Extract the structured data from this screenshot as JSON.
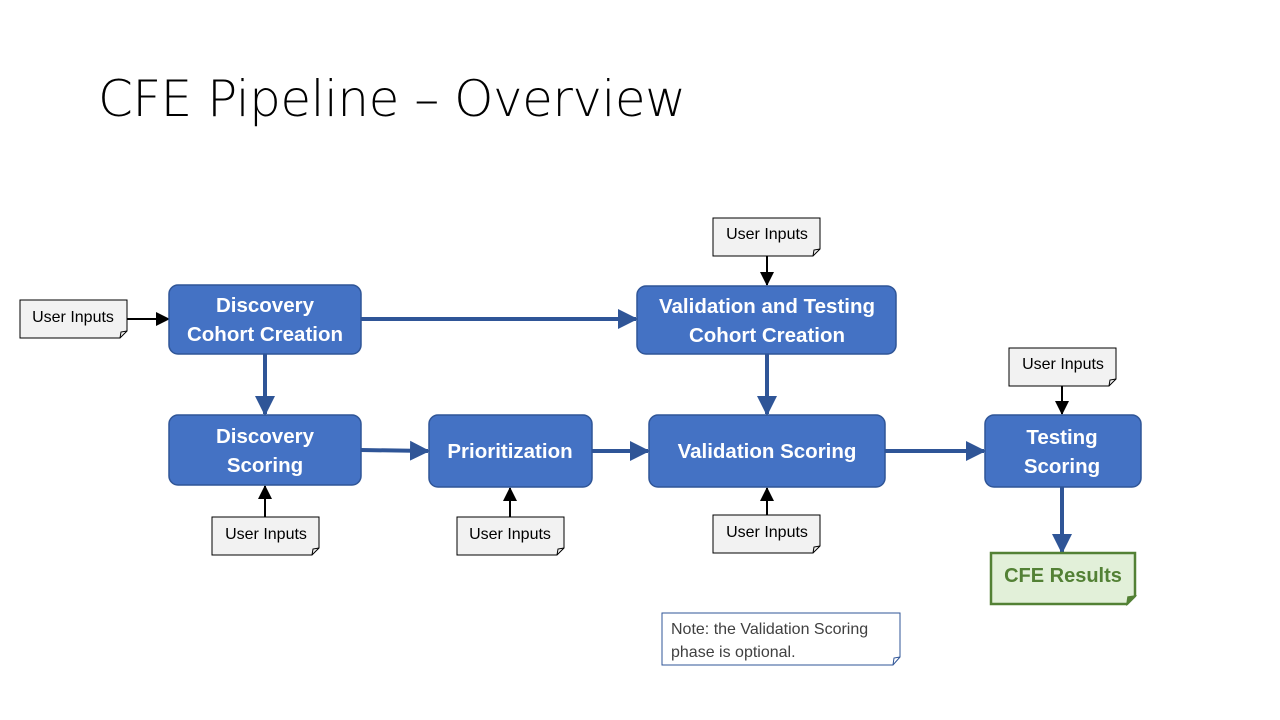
{
  "slide": {
    "title": "CFE Pipeline – Overview"
  },
  "colors": {
    "process_fill": "#4472C4",
    "process_stroke": "#2F5597",
    "arrow_blue": "#2F5597",
    "arrow_black": "#000000",
    "input_fill": "#F2F2F2",
    "result_fill": "#E2F0D9",
    "result_stroke": "#538135"
  },
  "processes": {
    "discovery_cohort": [
      "Discovery",
      "Cohort Creation"
    ],
    "discovery_scoring": [
      "Discovery",
      "Scoring"
    ],
    "prioritization": [
      "Prioritization"
    ],
    "validation_testing_cohort": [
      "Validation and Testing",
      "Cohort Creation"
    ],
    "validation_scoring": [
      "Validation Scoring"
    ],
    "testing_scoring": [
      "Testing",
      "Scoring"
    ]
  },
  "user_inputs": {
    "label": "User Inputs"
  },
  "result": {
    "label": "CFE Results"
  },
  "note": {
    "lines": [
      "Note: the Validation Scoring",
      "phase is optional."
    ]
  }
}
